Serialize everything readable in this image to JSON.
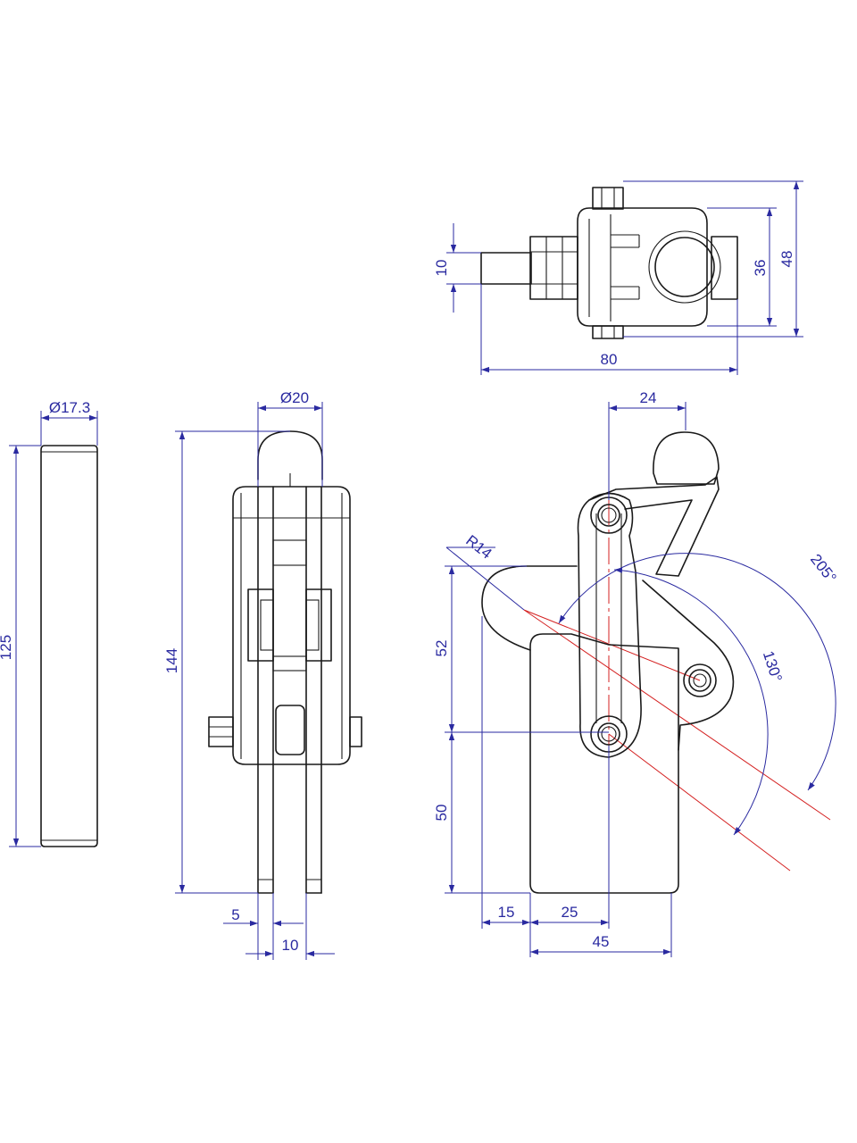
{
  "top_view": {
    "dim_width": "80",
    "dim_arm": "10",
    "dim_inner": "36",
    "dim_outer": "48"
  },
  "rod_view": {
    "dim_diameter": "Ø17.3",
    "dim_length": "125"
  },
  "front_view": {
    "dim_knob_diameter": "Ø20",
    "dim_height": "144",
    "dim_gap": "5",
    "dim_plate": "10"
  },
  "side_view": {
    "dim_knob_offset": "24",
    "dim_radius": "R14",
    "dim_upper": "52",
    "dim_lower": "50",
    "dim_left_offset": "15",
    "dim_pivot_offset": "25",
    "dim_base_width": "45",
    "dim_angle_large": "205°",
    "dim_angle_small": "130°"
  },
  "colors": {
    "outline": "#1a1a1a",
    "dimension": "#2a2aa0",
    "centerline": "#d42020"
  }
}
